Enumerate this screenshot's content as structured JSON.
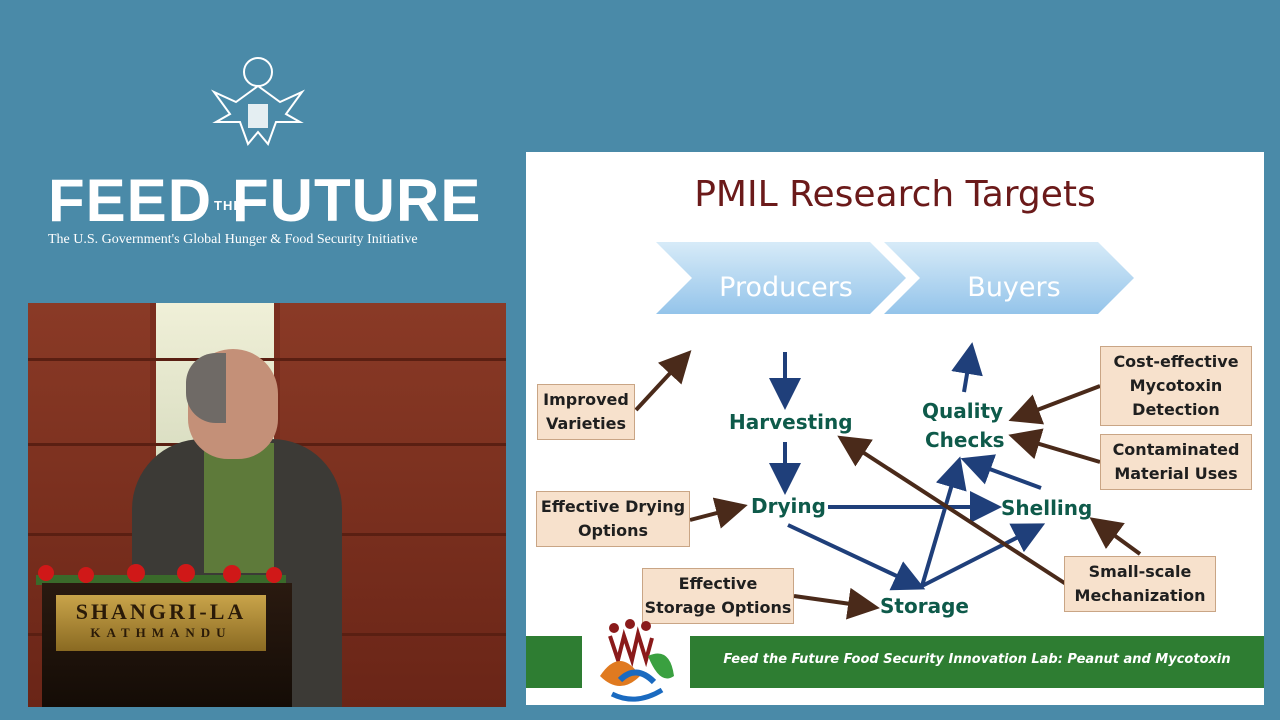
{
  "branding": {
    "title_left": "FEED",
    "title_small": "THE",
    "title_right": "FUTURE",
    "subtitle": "The U.S. Government's Global Hunger & Food Security Initiative",
    "seal_icon": "eagle-seal-icon"
  },
  "video": {
    "podium_line1": "SHANGRI-LA",
    "podium_line2": "KATHMANDU"
  },
  "slide": {
    "title": "PMIL Research Targets",
    "chevrons": [
      "Producers",
      "Buyers"
    ],
    "nodes": {
      "harvesting": "Harvesting",
      "drying": "Drying",
      "storage": "Storage",
      "shelling": "Shelling",
      "quality_1": "Quality",
      "quality_2": "Checks"
    },
    "boxes": {
      "improved": "Improved Varieties",
      "drying_options": "Effective Drying Options",
      "storage_options": "Effective Storage Options",
      "mycotoxin": "Cost-effective Mycotoxin Detection",
      "contaminated": "Contaminated Material Uses",
      "mechanization": "Small-scale Mechanization"
    },
    "footer": "Feed the Future Food Security Innovation Lab: Peanut and Mycotoxin",
    "colors": {
      "title": "#6b1a1a",
      "node_text": "#0e5a4a",
      "flow_arrow": "#1f3f7a",
      "input_arrow": "#4a2a1a",
      "box_fill": "#f7e1cc",
      "footer": "#2e7d32"
    }
  }
}
